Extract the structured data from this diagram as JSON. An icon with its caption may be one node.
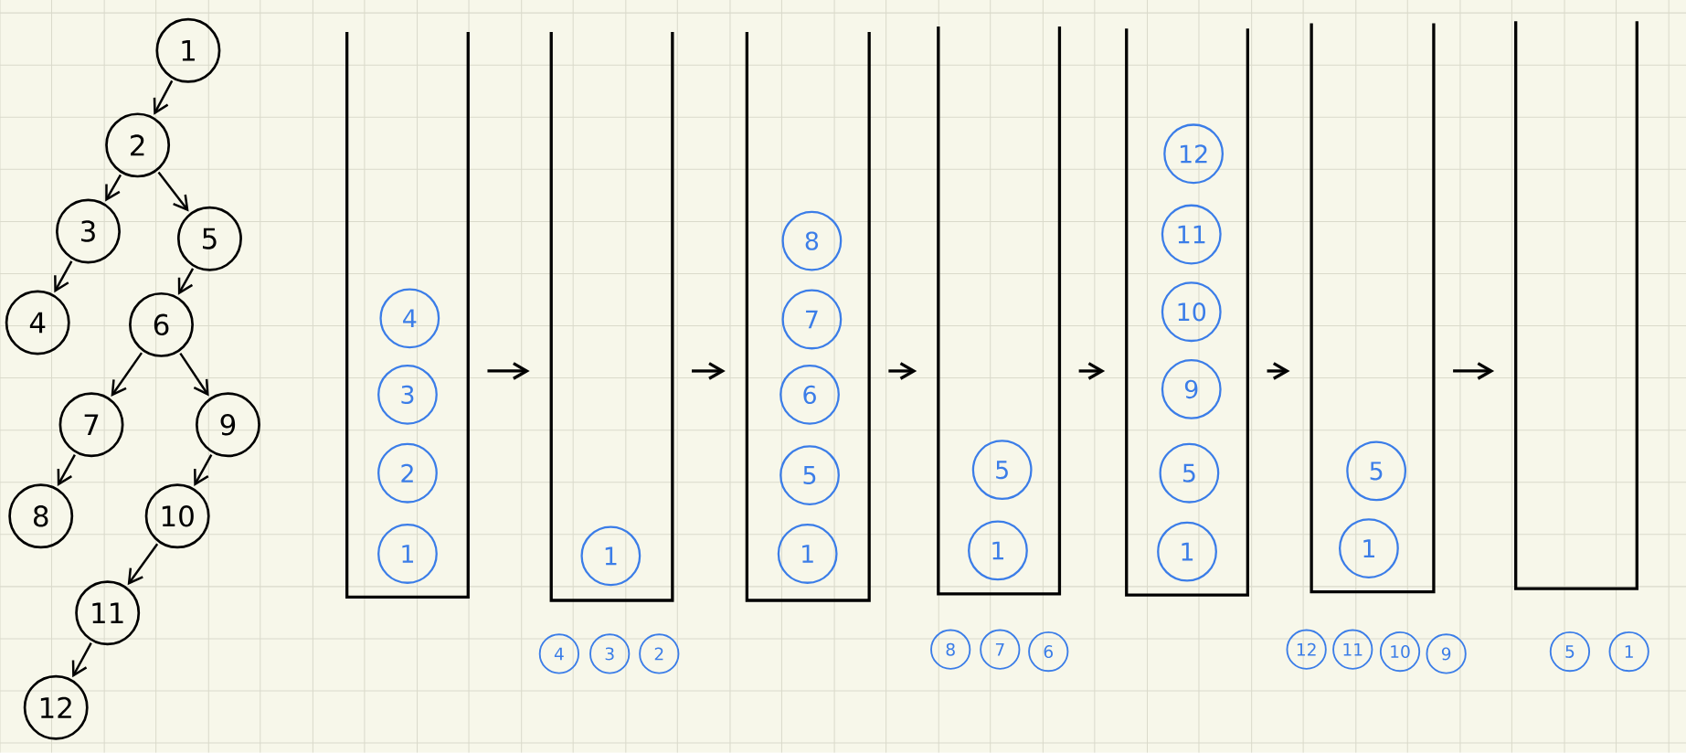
{
  "diagram": {
    "nodes": [
      {
        "text": [
          "1"
        ]
      },
      {
        "text": [
          "2"
        ]
      },
      {
        "text": [
          "3"
        ]
      },
      {
        "text": [
          "5"
        ]
      },
      {
        "text": [
          "4"
        ]
      },
      {
        "text": [
          "6"
        ]
      },
      {
        "text": [
          "7"
        ]
      },
      {
        "text": [
          "9"
        ]
      },
      {
        "text": [
          "8"
        ]
      },
      {
        "text": [
          "10"
        ]
      },
      {
        "text": [
          "11"
        ]
      },
      {
        "text": [
          "12"
        ]
      },
      {
        "text": [],
        "shape": "box"
      },
      {
        "text": [
          "4"
        ],
        "in": 12
      },
      {
        "text": [
          "3"
        ],
        "in": 12
      },
      {
        "text": [
          "2"
        ],
        "in": 12
      },
      {
        "text": [
          "1"
        ],
        "in": 12
      },
      {
        "text": [],
        "shape": "box"
      },
      {
        "text": [
          "1"
        ],
        "in": 17
      },
      {
        "text": [],
        "shape": "box"
      },
      {
        "text": [
          "8"
        ],
        "in": 19
      },
      {
        "text": [
          "7"
        ],
        "in": 19
      },
      {
        "text": [
          "6"
        ],
        "in": 19
      },
      {
        "text": [
          "5"
        ],
        "in": 19
      },
      {
        "text": [
          "1"
        ],
        "in": 19
      },
      {
        "text": [],
        "shape": "box"
      },
      {
        "text": [
          "5"
        ],
        "in": 25
      },
      {
        "text": [
          "1"
        ],
        "in": 25
      },
      {
        "text": [],
        "shape": "box"
      },
      {
        "text": [
          "12"
        ],
        "in": 28
      },
      {
        "text": [
          "11"
        ],
        "in": 28
      },
      {
        "text": [
          "10"
        ],
        "in": 28
      },
      {
        "text": [
          "9"
        ],
        "in": 28
      },
      {
        "text": [
          "5"
        ],
        "in": 28
      },
      {
        "text": [
          "1"
        ],
        "in": 28
      },
      {
        "text": [],
        "shape": "box"
      },
      {
        "text": [
          "5"
        ],
        "in": 35
      },
      {
        "text": [
          "1"
        ],
        "in": 35
      },
      {
        "text": [],
        "shape": "box"
      },
      {
        "text": [
          "4"
        ]
      },
      {
        "text": [
          "3"
        ]
      },
      {
        "text": [
          "2"
        ]
      },
      {
        "text": [
          "8"
        ]
      },
      {
        "text": [
          "7"
        ]
      },
      {
        "text": [
          "6"
        ]
      },
      {
        "text": [
          "12"
        ]
      },
      {
        "text": [
          "11"
        ]
      },
      {
        "text": [
          "10"
        ]
      },
      {
        "text": [
          "9"
        ]
      },
      {
        "text": [
          "5"
        ]
      },
      {
        "text": [
          "1"
        ]
      }
    ],
    "edges": [
      {
        "from": 0,
        "to": 1,
        "arrow": "to"
      },
      {
        "from": 1,
        "to": 2,
        "arrow": "to"
      },
      {
        "from": 1,
        "to": 3,
        "arrow": "to"
      },
      {
        "from": 2,
        "to": 4,
        "arrow": "to"
      },
      {
        "from": 3,
        "to": 5,
        "arrow": "to"
      },
      {
        "from": 5,
        "to": 6,
        "arrow": "to"
      },
      {
        "from": 5,
        "to": 7,
        "arrow": "to"
      },
      {
        "from": 6,
        "to": 8,
        "arrow": "to"
      },
      {
        "from": 7,
        "to": 9,
        "arrow": "to"
      },
      {
        "from": 9,
        "to": 10,
        "arrow": "to"
      },
      {
        "from": 10,
        "to": 11,
        "arrow": "to"
      },
      {
        "from": 12,
        "to": 17,
        "arrow": "to"
      },
      {
        "from": 17,
        "to": 19,
        "arrow": "to"
      },
      {
        "from": 19,
        "to": 25,
        "arrow": "to"
      },
      {
        "from": 25,
        "to": 28,
        "arrow": "to"
      },
      {
        "from": 28,
        "to": 35,
        "arrow": "to"
      },
      {
        "from": 35,
        "to": 38,
        "arrow": "to"
      }
    ]
  }
}
